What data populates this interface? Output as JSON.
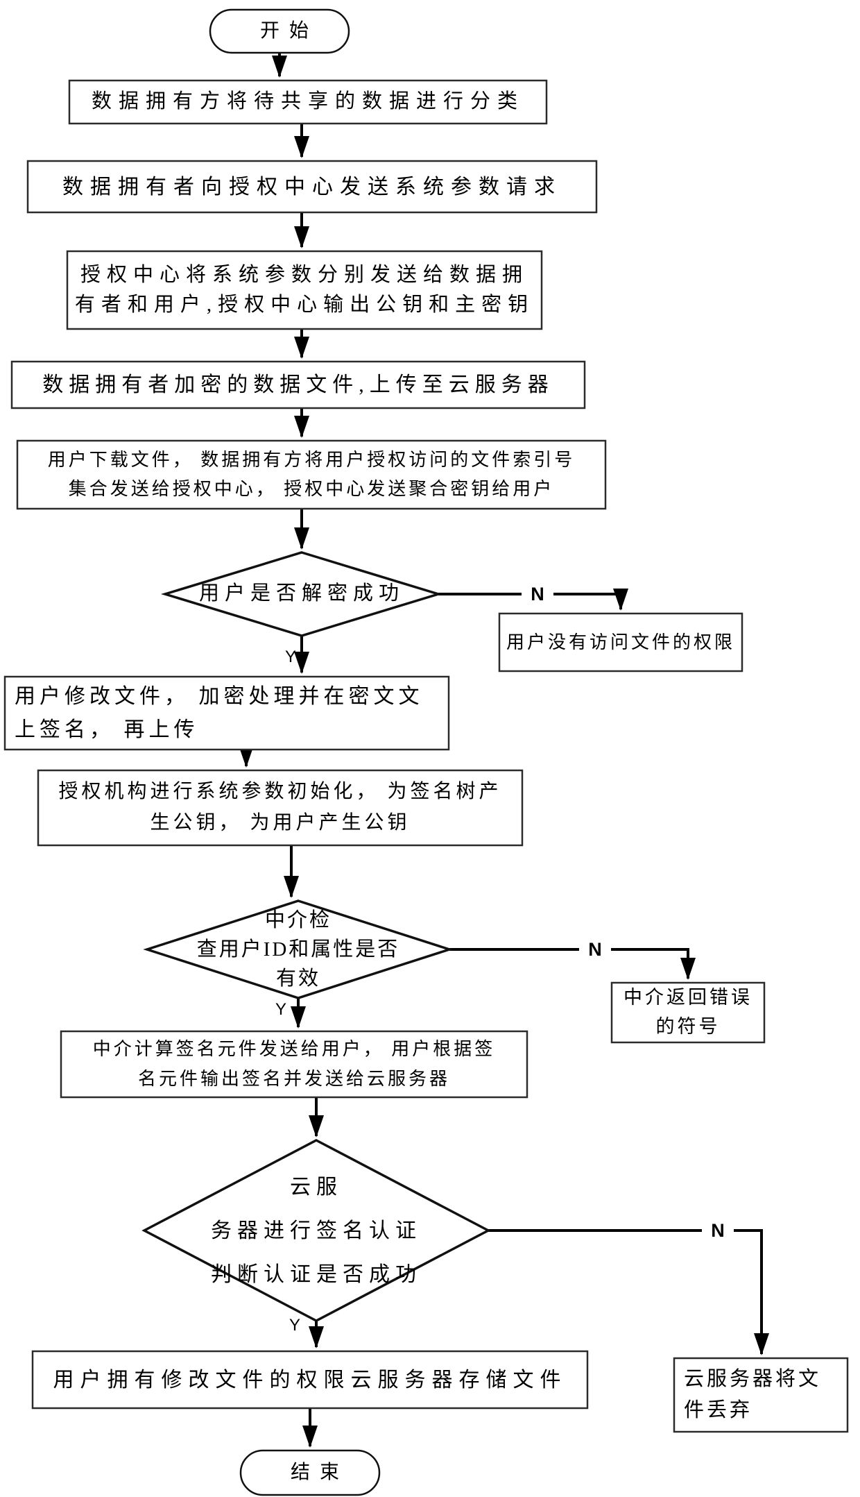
{
  "flowchart": {
    "type": "flowchart",
    "start_label": "开始",
    "end_label": "结束",
    "yes_label": "Y",
    "no_label": "N",
    "steps": {
      "classify_data": "数据拥有方将待共享的数据进行分类",
      "request_system_params": "数据拥有者向授权中心发送系统参数请求",
      "distribute_params": "授权中心将系统参数分别发送给数据拥\n有者和用户,授权中心输出公钥和主密钥",
      "upload_encrypted": "数据拥有者加密的数据文件,上传至云服务器",
      "download_and_aggregate_key": "用户下载文件， 数据拥有方将用户授权访问的文件索引号\n集合发送给授权中心， 授权中心发送聚合密钥给用户",
      "decrypt_check": "用户是否解密成功",
      "no_access_permission": "用户没有访问文件的权限",
      "modify_and_sign": "用户修改文件， 加密处理并在密文文\n上签名， 再上传",
      "authority_init": "授权机构进行系统参数初始化， 为签名树产\n生公钥， 为用户产生公钥",
      "id_attribute_check": "中介检\n查用户ID和属性是否\n有效",
      "mediator_error": "中介返回错误\n的符号",
      "compute_signature_element": "中介计算签名元件发送给用户， 用户根据签\n名元件输出签名并发送给云服务器",
      "signature_verify": "云服\n务器进行签名认证\n判断认证是否成功",
      "discard_file": "云服务器将文\n件丢弃",
      "store_file": "用户拥有修改文件的权限云服务器存储文件"
    }
  }
}
